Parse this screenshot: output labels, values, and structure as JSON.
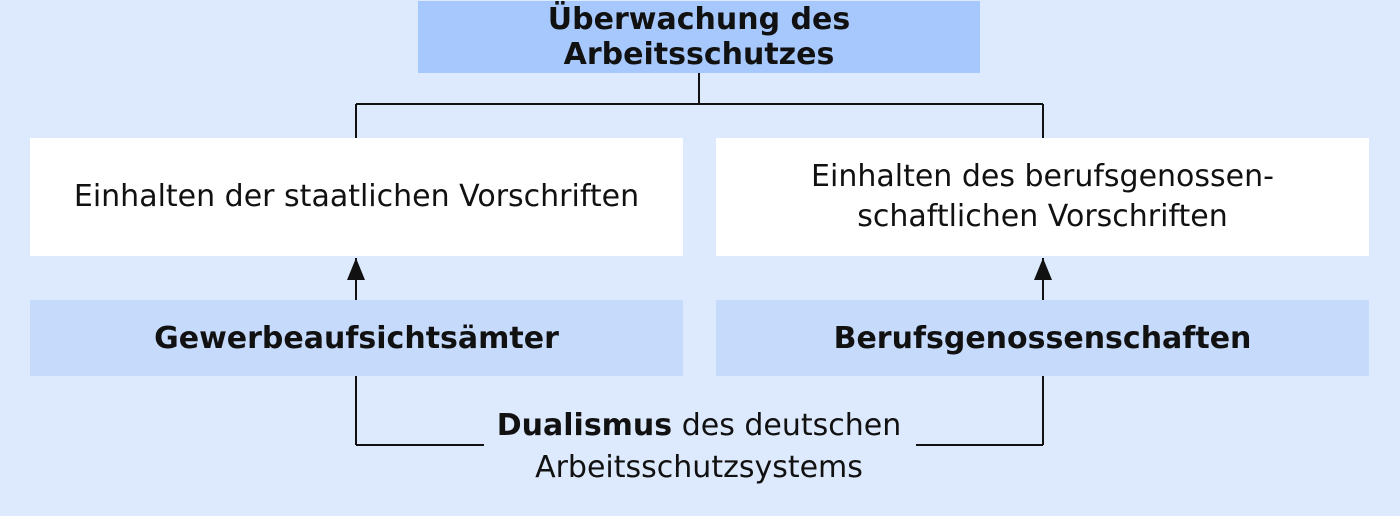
{
  "title": "Überwachung des Arbeitsschutzes",
  "left": {
    "task": "Einhalten der staatlichen Vorschriften",
    "authority": "Gewerbeaufsichtsämter"
  },
  "right": {
    "task_line1": "Einhalten des berufsgenossen-",
    "task_line2": "schaftlichen Vorschriften",
    "authority": "Berufsgenossenschaften"
  },
  "footer": {
    "bold": "Dualismus",
    "rest_line1": " des deutschen",
    "line2": "Arbeitsschutzsystems"
  },
  "colors": {
    "background": "#dde9fc",
    "title_box": "#a7c8fc",
    "authority_box": "#c6dafc",
    "task_box": "#ffffff",
    "line": "#111111"
  }
}
